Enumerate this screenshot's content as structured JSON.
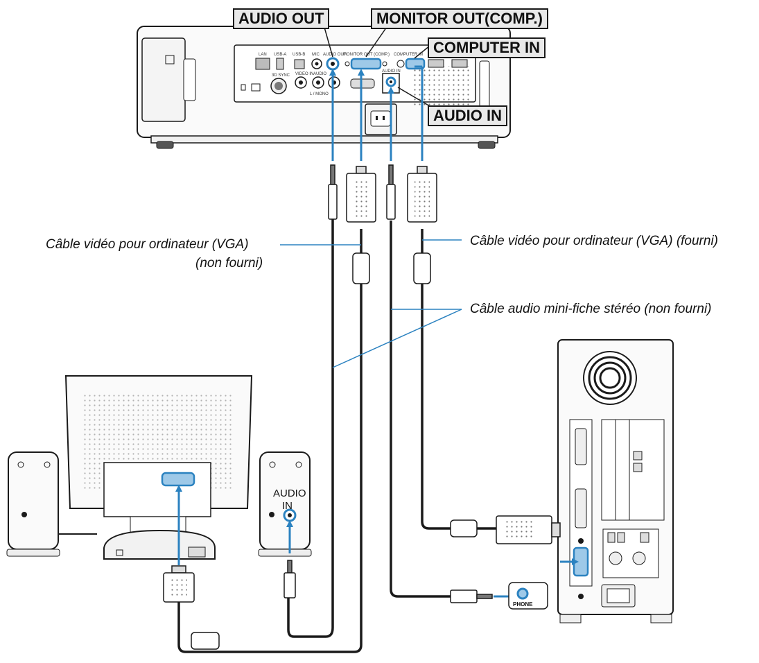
{
  "ports": {
    "audio_out": "AUDIO OUT",
    "monitor_out": "MONITOR OUT(COMP.)",
    "computer_in": "COMPUTER IN",
    "audio_in": "AUDIO IN"
  },
  "captions": {
    "vga_not_supplied_1": "Câble vidéo pour ordinateur (VGA)",
    "vga_not_supplied_2": "(non fourni)",
    "vga_supplied": "Câble vidéo pour ordinateur (VGA) (fourni)",
    "audio_cable": "Câble audio mini-fiche stéréo (non fourni)"
  },
  "speaker_label": {
    "line1": "AUDIO",
    "line2": "IN"
  },
  "pc_label": "PHONE",
  "panel_labels": {
    "lan": "LAN",
    "usb_a": "USB-A",
    "usb_b": "USB-B",
    "mic": "MIC",
    "audio_out": "AUDIO OUT",
    "monitor_out": "MONITOR OUT (COMP.)",
    "computer_in": "COMPUTER IN",
    "sync": "3D SYNC",
    "video_in": "VIDEO IN",
    "audio": "AUDIO",
    "mono": "L / MONO",
    "audio_in": "AUDIO IN"
  },
  "colors": {
    "accent": "#2b82c0",
    "line": "#1a1a1a"
  }
}
